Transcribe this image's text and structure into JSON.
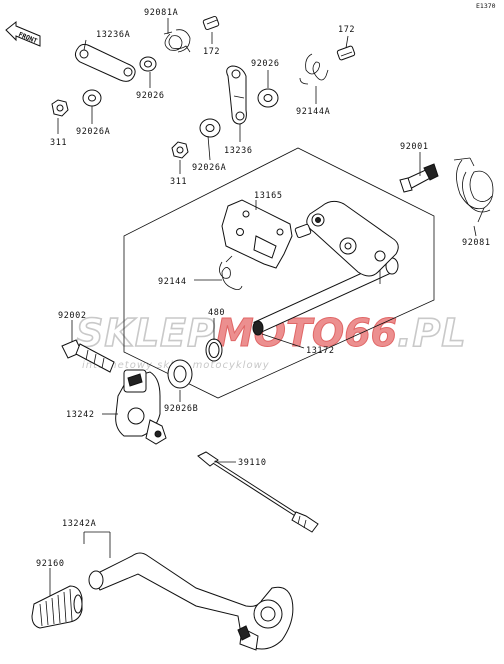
{
  "diagram_code": "E1370",
  "front_label": "FRONT",
  "watermark": {
    "brand_a": "SKLEP",
    "brand_b": "MOTO",
    "brand_c": "66",
    "brand_d": ".PL",
    "tagline": "internetowy sklep motocyklowy"
  },
  "parts": {
    "p13236A": "13236A",
    "p92081A": "92081A",
    "p172a": "172",
    "p172b": "172",
    "p92026a": "92026",
    "p92026b": "92026",
    "p311a": "311",
    "p92026Aa": "92026A",
    "p92144Aa": "92144A",
    "p13236": "13236",
    "p311b": "311",
    "p92026Ab": "92026A",
    "p92001": "92001",
    "p13165": "13165",
    "p92081": "92081",
    "p92144": "92144",
    "p92002": "92002",
    "p480": "480",
    "p13172": "13172",
    "p92026B": "92026B",
    "p13242": "13242",
    "p39110": "39110",
    "p13242A": "13242A",
    "p92160": "92160"
  }
}
